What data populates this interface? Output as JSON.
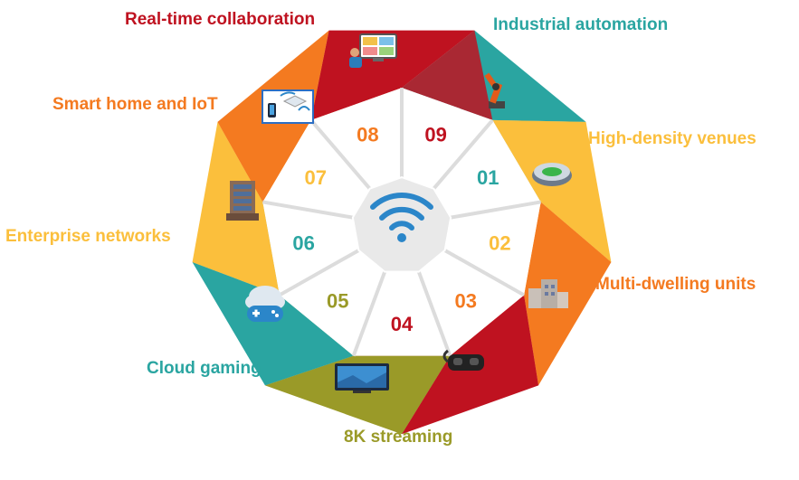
{
  "colors": {
    "teal": "#2aa5a1",
    "orange": "#f47a20",
    "yellow": "#fbbf3c",
    "darkred": "#bf1220",
    "olive": "#9a9a28",
    "sky_blue": "#2b86c9",
    "grey_line": "#dcdcdc"
  },
  "center_icon": "wifi-icon",
  "segments": [
    {
      "number": "01",
      "label": "Industrial automation",
      "label_color": "#2aa5a1",
      "number_color": "#2aa5a1",
      "icon": "robot-arm-icon"
    },
    {
      "number": "02",
      "label": "High-density venues",
      "label_color": "#fbbf3c",
      "number_color": "#fbbf3c",
      "icon": "stadium-icon"
    },
    {
      "number": "03",
      "label": "Multi-dwelling units",
      "label_color": "#f47a20",
      "number_color": "#f47a20",
      "icon": "apartment-buildings-icon"
    },
    {
      "number": "04",
      "label": "8K streaming",
      "label_color": "#9a9a28",
      "number_color": "#bf1220",
      "icon": "vr-headset-icon"
    },
    {
      "number": "05",
      "label": "Cloud gaming",
      "label_color": "#2aa5a1",
      "number_color": "#9a9a28",
      "icon": "tv-screen-icon"
    },
    {
      "number": "06",
      "label": "Enterprise networks",
      "label_color": "#fbbf3c",
      "number_color": "#2aa5a1",
      "icon": "gamepad-cloud-icon"
    },
    {
      "number": "07",
      "label": "Smart home and IoT",
      "label_color": "#f47a20",
      "number_color": "#fbbf3c",
      "icon": "office-building-icon"
    },
    {
      "number": "08",
      "label": "Real-time collaboration",
      "label_color": "#bf1220",
      "number_color": "#f47a20",
      "icon": "smart-home-icon"
    },
    {
      "number": "09",
      "label": "",
      "label_color": "#bf1220",
      "number_color": "#bf1220",
      "icon": "video-conference-icon"
    }
  ]
}
